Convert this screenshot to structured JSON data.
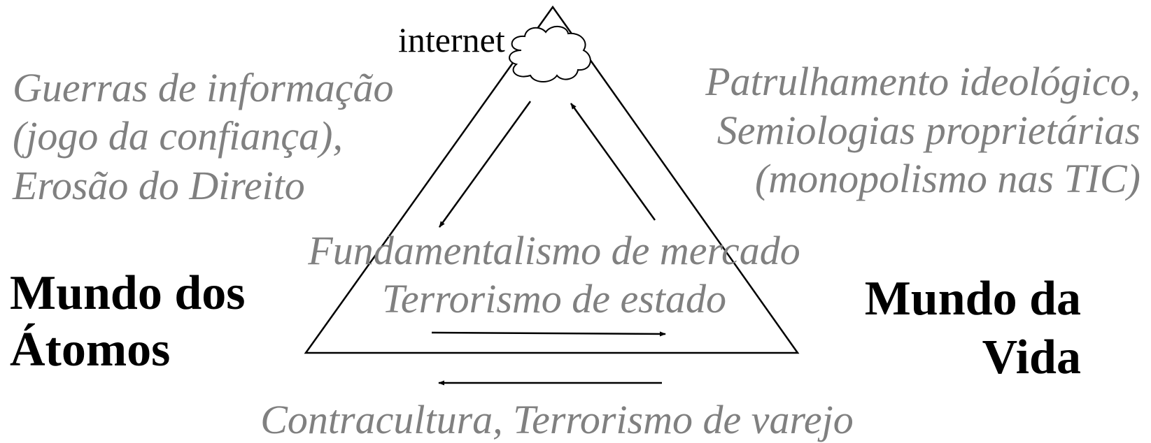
{
  "diagram": {
    "top_label": "internet",
    "left_top_text": [
      "Guerras de informação",
      "(jogo da confiança),",
      "Erosão do Direito"
    ],
    "right_top_text": [
      "Patrulhamento ideológico,",
      "Semiologias proprietárias",
      "(monopolismo nas TIC)"
    ],
    "center_text": [
      "Fundamentalismo de mercado",
      "Terrorismo de estado"
    ],
    "left_label": [
      "Mundo dos",
      "Átomos"
    ],
    "right_label": [
      "Mundo da",
      "Vida"
    ],
    "bottom_text": "Contracultura, Terrorismo de varejo",
    "colors": {
      "muted_text": "#808080",
      "lines": "#000000",
      "background": "#ffffff"
    }
  }
}
